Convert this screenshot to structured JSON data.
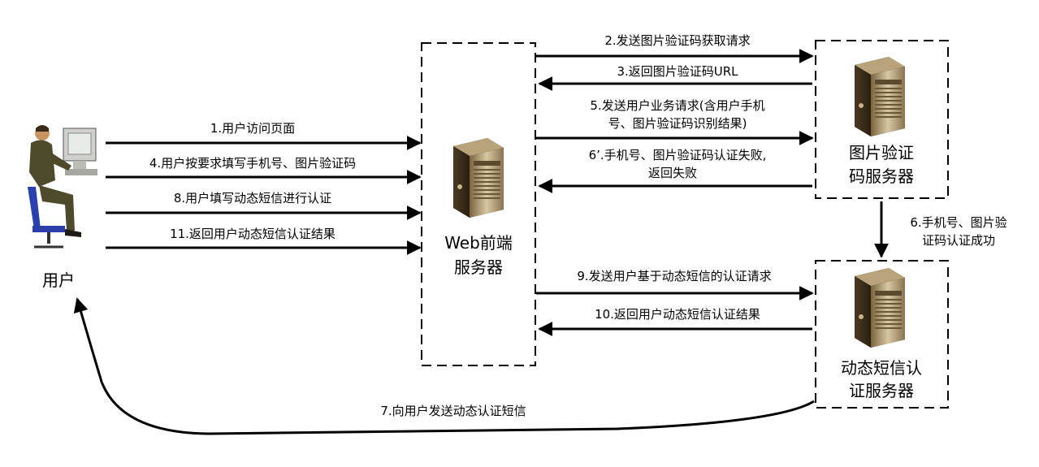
{
  "nodes": {
    "user": "用户",
    "web_server_1": "Web前端",
    "web_server_2": "服务器",
    "captcha_server_1": "图片验证",
    "captcha_server_2": "码服务器",
    "sms_server_1": "动态短信认",
    "sms_server_2": "证服务器"
  },
  "edges": {
    "e1": "1.用户访问页面",
    "e2": "2.发送图片验证码获取请求",
    "e3": "3.返回图片验证码URL",
    "e4": "4.用户按要求填写手机号、图片验证码",
    "e5_line1": "5.发送用户业务请求(含用户手机",
    "e5_line2": "号、图片验证码识别结果)",
    "e6f_line1": "6’.手机号、图片验证码认证失败,",
    "e6f_line2": "返回失败",
    "e6_line1": "6.手机号、图片验",
    "e6_line2": "证码认证成功",
    "e7": "7.向用户发送动态认证短信",
    "e8": "8.用户填写动态短信进行认证",
    "e9": "9.发送用户基于动态短信的认证请求",
    "e10": "10.返回用户动态短信认证结果",
    "e11": "11.返回用户动态短信认证结果"
  }
}
